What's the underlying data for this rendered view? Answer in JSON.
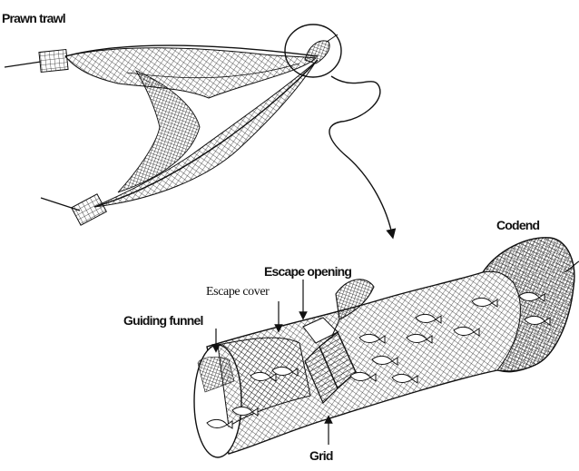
{
  "figure": {
    "labels": {
      "prawn_trawl": "Prawn trawl",
      "codend": "Codend",
      "escape_opening": "Escape opening",
      "escape_cover": "Escape cover",
      "guiding_funnel": "Guiding funnel",
      "grid": "Grid"
    }
  }
}
